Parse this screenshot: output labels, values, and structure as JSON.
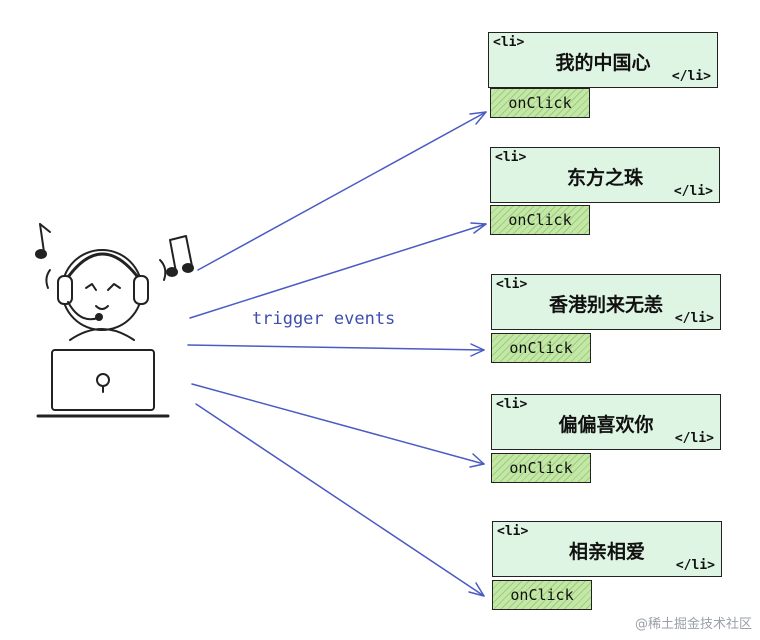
{
  "diagram": {
    "caption": "trigger   events",
    "items": [
      {
        "open_tag": "<li>",
        "close_tag": "</li>",
        "text": "我的中国心",
        "button": "onClick"
      },
      {
        "open_tag": "<li>",
        "close_tag": "</li>",
        "text": "东方之珠",
        "button": "onClick"
      },
      {
        "open_tag": "<li>",
        "close_tag": "</li>",
        "text": "香港别来无恙",
        "button": "onClick"
      },
      {
        "open_tag": "<li>",
        "close_tag": "</li>",
        "text": "偏偏喜欢你",
        "button": "onClick"
      },
      {
        "open_tag": "<li>",
        "close_tag": "</li>",
        "text": "相亲相爱",
        "button": "onClick"
      }
    ],
    "watermark": "@稀土掘金技术社区",
    "colors": {
      "arrow": "#4a5bc4",
      "box_fill": "#dff5e3",
      "button_fill": "#c3e8a6"
    }
  }
}
